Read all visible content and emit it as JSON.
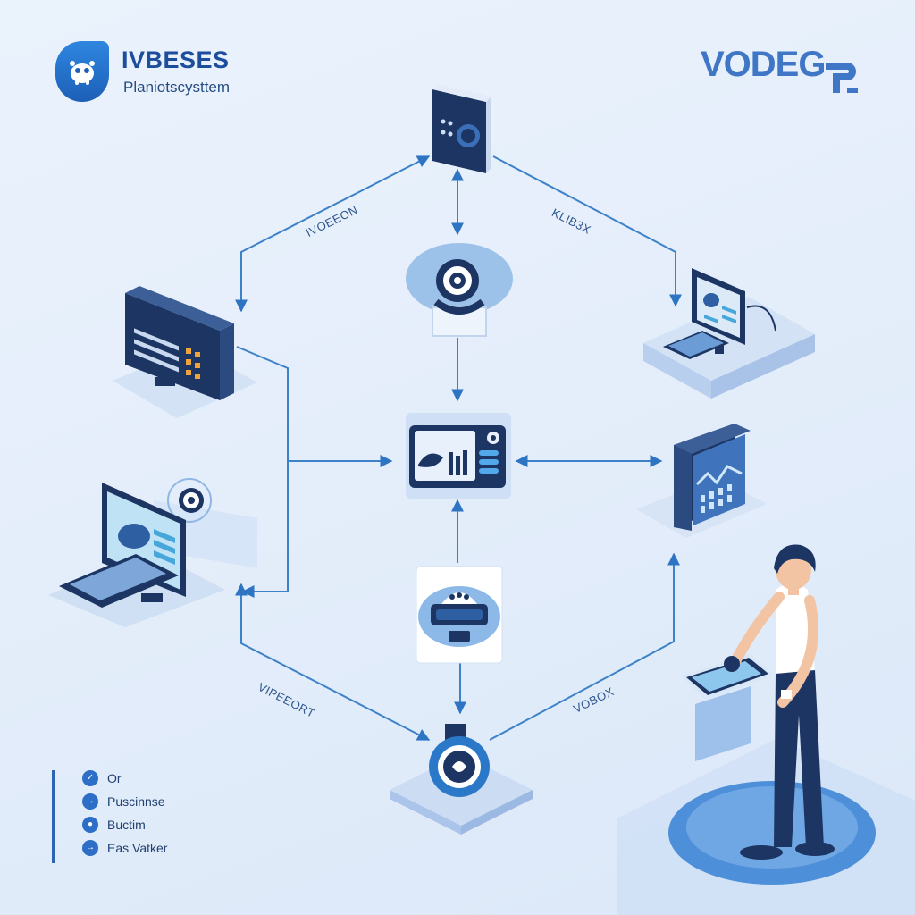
{
  "header": {
    "brand_title": "IVBESES",
    "brand_subtitle": "Planiotscysttem",
    "corner_logo": "VODEG"
  },
  "edge_labels": {
    "top_left": "IVOEEON",
    "top_right": "KLIB3X",
    "bottom_left": "VIPEEORT",
    "bottom_right": "VOBOX"
  },
  "legend": {
    "items": [
      {
        "label": "Or",
        "icon": "check-icon"
      },
      {
        "label": "Puscinnse",
        "icon": "arrow-icon"
      },
      {
        "label": "Buctim",
        "icon": "face-icon"
      },
      {
        "label": "Eas Vatker",
        "icon": "arrow-icon"
      }
    ]
  },
  "colors": {
    "accent": "#2b78c8",
    "navy": "#1c3563",
    "line": "#3d82c9",
    "background": "#e6effa"
  }
}
